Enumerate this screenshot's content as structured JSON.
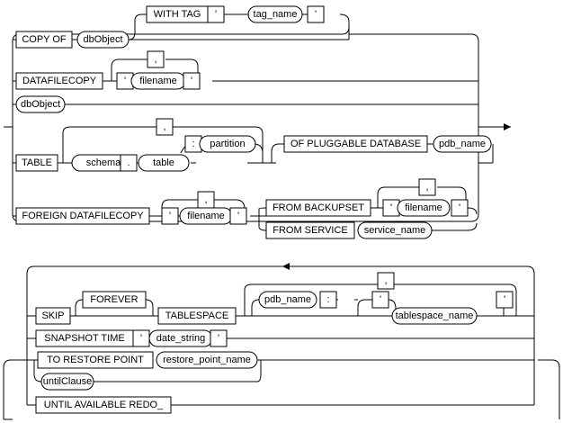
{
  "clause1": {
    "copy_of": "COPY OF",
    "dbobject_a": "dbObject",
    "with_tag": "WITH TAG",
    "quote_a": "'",
    "tag_name": "tag_name",
    "quote_b": "'",
    "datafilecopy": "DATAFILECOPY",
    "comma_a": ",",
    "quote_c": "'",
    "filename_a": "filename",
    "quote_d": "'",
    "dbobject_b": "dbObject",
    "table": "TABLE",
    "comma_b": ",",
    "schema": "schema",
    "dot": ".",
    "table_name": "table",
    "colon_a": ":",
    "partition": "partition",
    "of_pluggable": "OF PLUGGABLE DATABASE",
    "pdb_name_a": "pdb_name",
    "foreign_datafilecopy": "FOREIGN DATAFILECOPY",
    "comma_c": ",",
    "quote_e": "'",
    "filename_b": "filename",
    "quote_f": "'",
    "from_backupset": "FROM BACKUPSET",
    "comma_d": ",",
    "quote_g": "'",
    "filename_c": "filename",
    "quote_h": "'",
    "from_service": "FROM SERVICE",
    "service_name": "service_name"
  },
  "clause2": {
    "skip": "SKIP",
    "forever": "FOREVER",
    "tablespace": "TABLESPACE",
    "comma_e": ",",
    "pdb_name_b": "pdb_name",
    "colon_b": ":",
    "quote_i": "'",
    "tablespace_name": "tablespace_name",
    "quote_j": "'",
    "snapshot_time": "SNAPSHOT TIME",
    "quote_k": "'",
    "date_string": "date_string",
    "quote_l": "'",
    "to_restore_point": "TO RESTORE POINT",
    "restore_point_name": "restore_point_name",
    "until_clause": "untilClause",
    "until_available_redo": "UNTIL AVAILABLE REDO_"
  }
}
